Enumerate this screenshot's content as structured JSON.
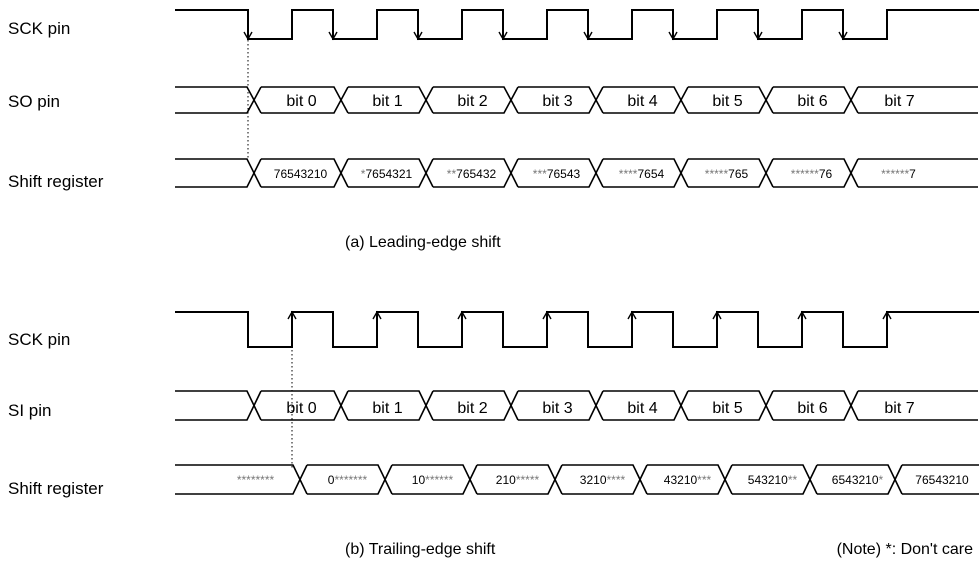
{
  "panel_a": {
    "sck_label": "SCK pin",
    "data_label": "SO pin",
    "reg_label": "Shift register",
    "caption": "(a) Leading-edge shift",
    "bits": [
      "bit 0",
      "bit 1",
      "bit 2",
      "bit 3",
      "bit 4",
      "bit 5",
      "bit 6",
      "bit 7"
    ],
    "register": [
      "76543210",
      "*7654321",
      "**765432",
      "***76543",
      "****7654",
      "*****765",
      "******76",
      "******7"
    ]
  },
  "panel_b": {
    "sck_label": "SCK pin",
    "data_label": "SI pin",
    "reg_label": "Shift register",
    "caption": "(b) Trailing-edge  shift",
    "bits": [
      "bit 0",
      "bit 1",
      "bit 2",
      "bit 3",
      "bit 4",
      "bit 5",
      "bit 6",
      "bit 7"
    ],
    "register": [
      "********",
      "0*******",
      "10******",
      "210*****",
      "3210****",
      "43210***",
      "543210**",
      "6543210*",
      "76543210"
    ]
  },
  "note": "(Note) *: Don't care"
}
